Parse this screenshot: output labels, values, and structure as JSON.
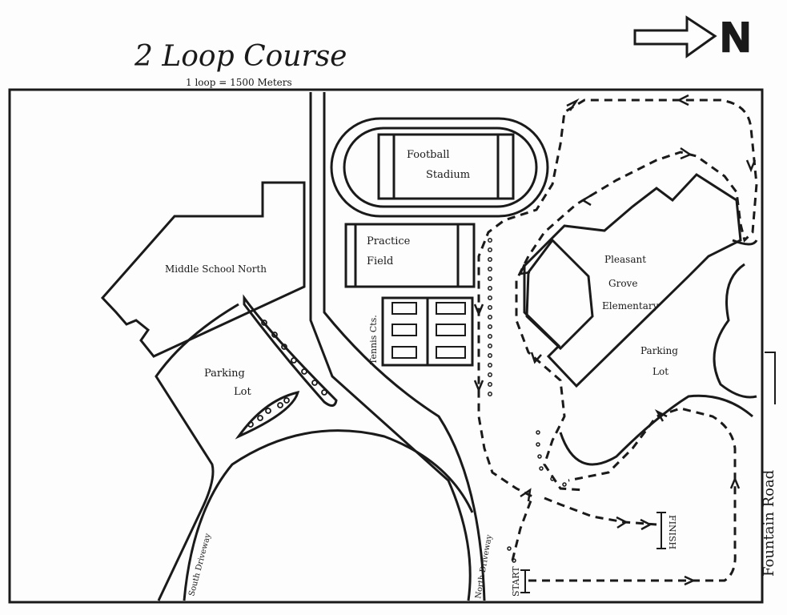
{
  "title": "2 Loop Course",
  "subtitle": "1 loop = 1500 Meters",
  "north_label": "N",
  "labels": {
    "football_stadium_line1": "Football",
    "football_stadium_line2": "Stadium",
    "practice_field_line1": "Practice",
    "practice_field_line2": "Field",
    "middle_school": "Middle School North",
    "parking_lot_west_line1": "Parking",
    "parking_lot_west_line2": "Lot",
    "tennis_courts": "Tennis Cts.",
    "elementary_line1": "Pleasant",
    "elementary_line2": "Grove",
    "elementary_line3": "Elementary",
    "parking_lot_east_line1": "Parking",
    "parking_lot_east_line2": "Lot",
    "fountain_road": "Fountain Road",
    "south_driveway": "South Driveway",
    "north_driveway": "North Driveway",
    "start": "START",
    "finish": "FINISH"
  },
  "colors": {
    "ink": "#1a1a1a",
    "paper": "#fdfdfd"
  }
}
